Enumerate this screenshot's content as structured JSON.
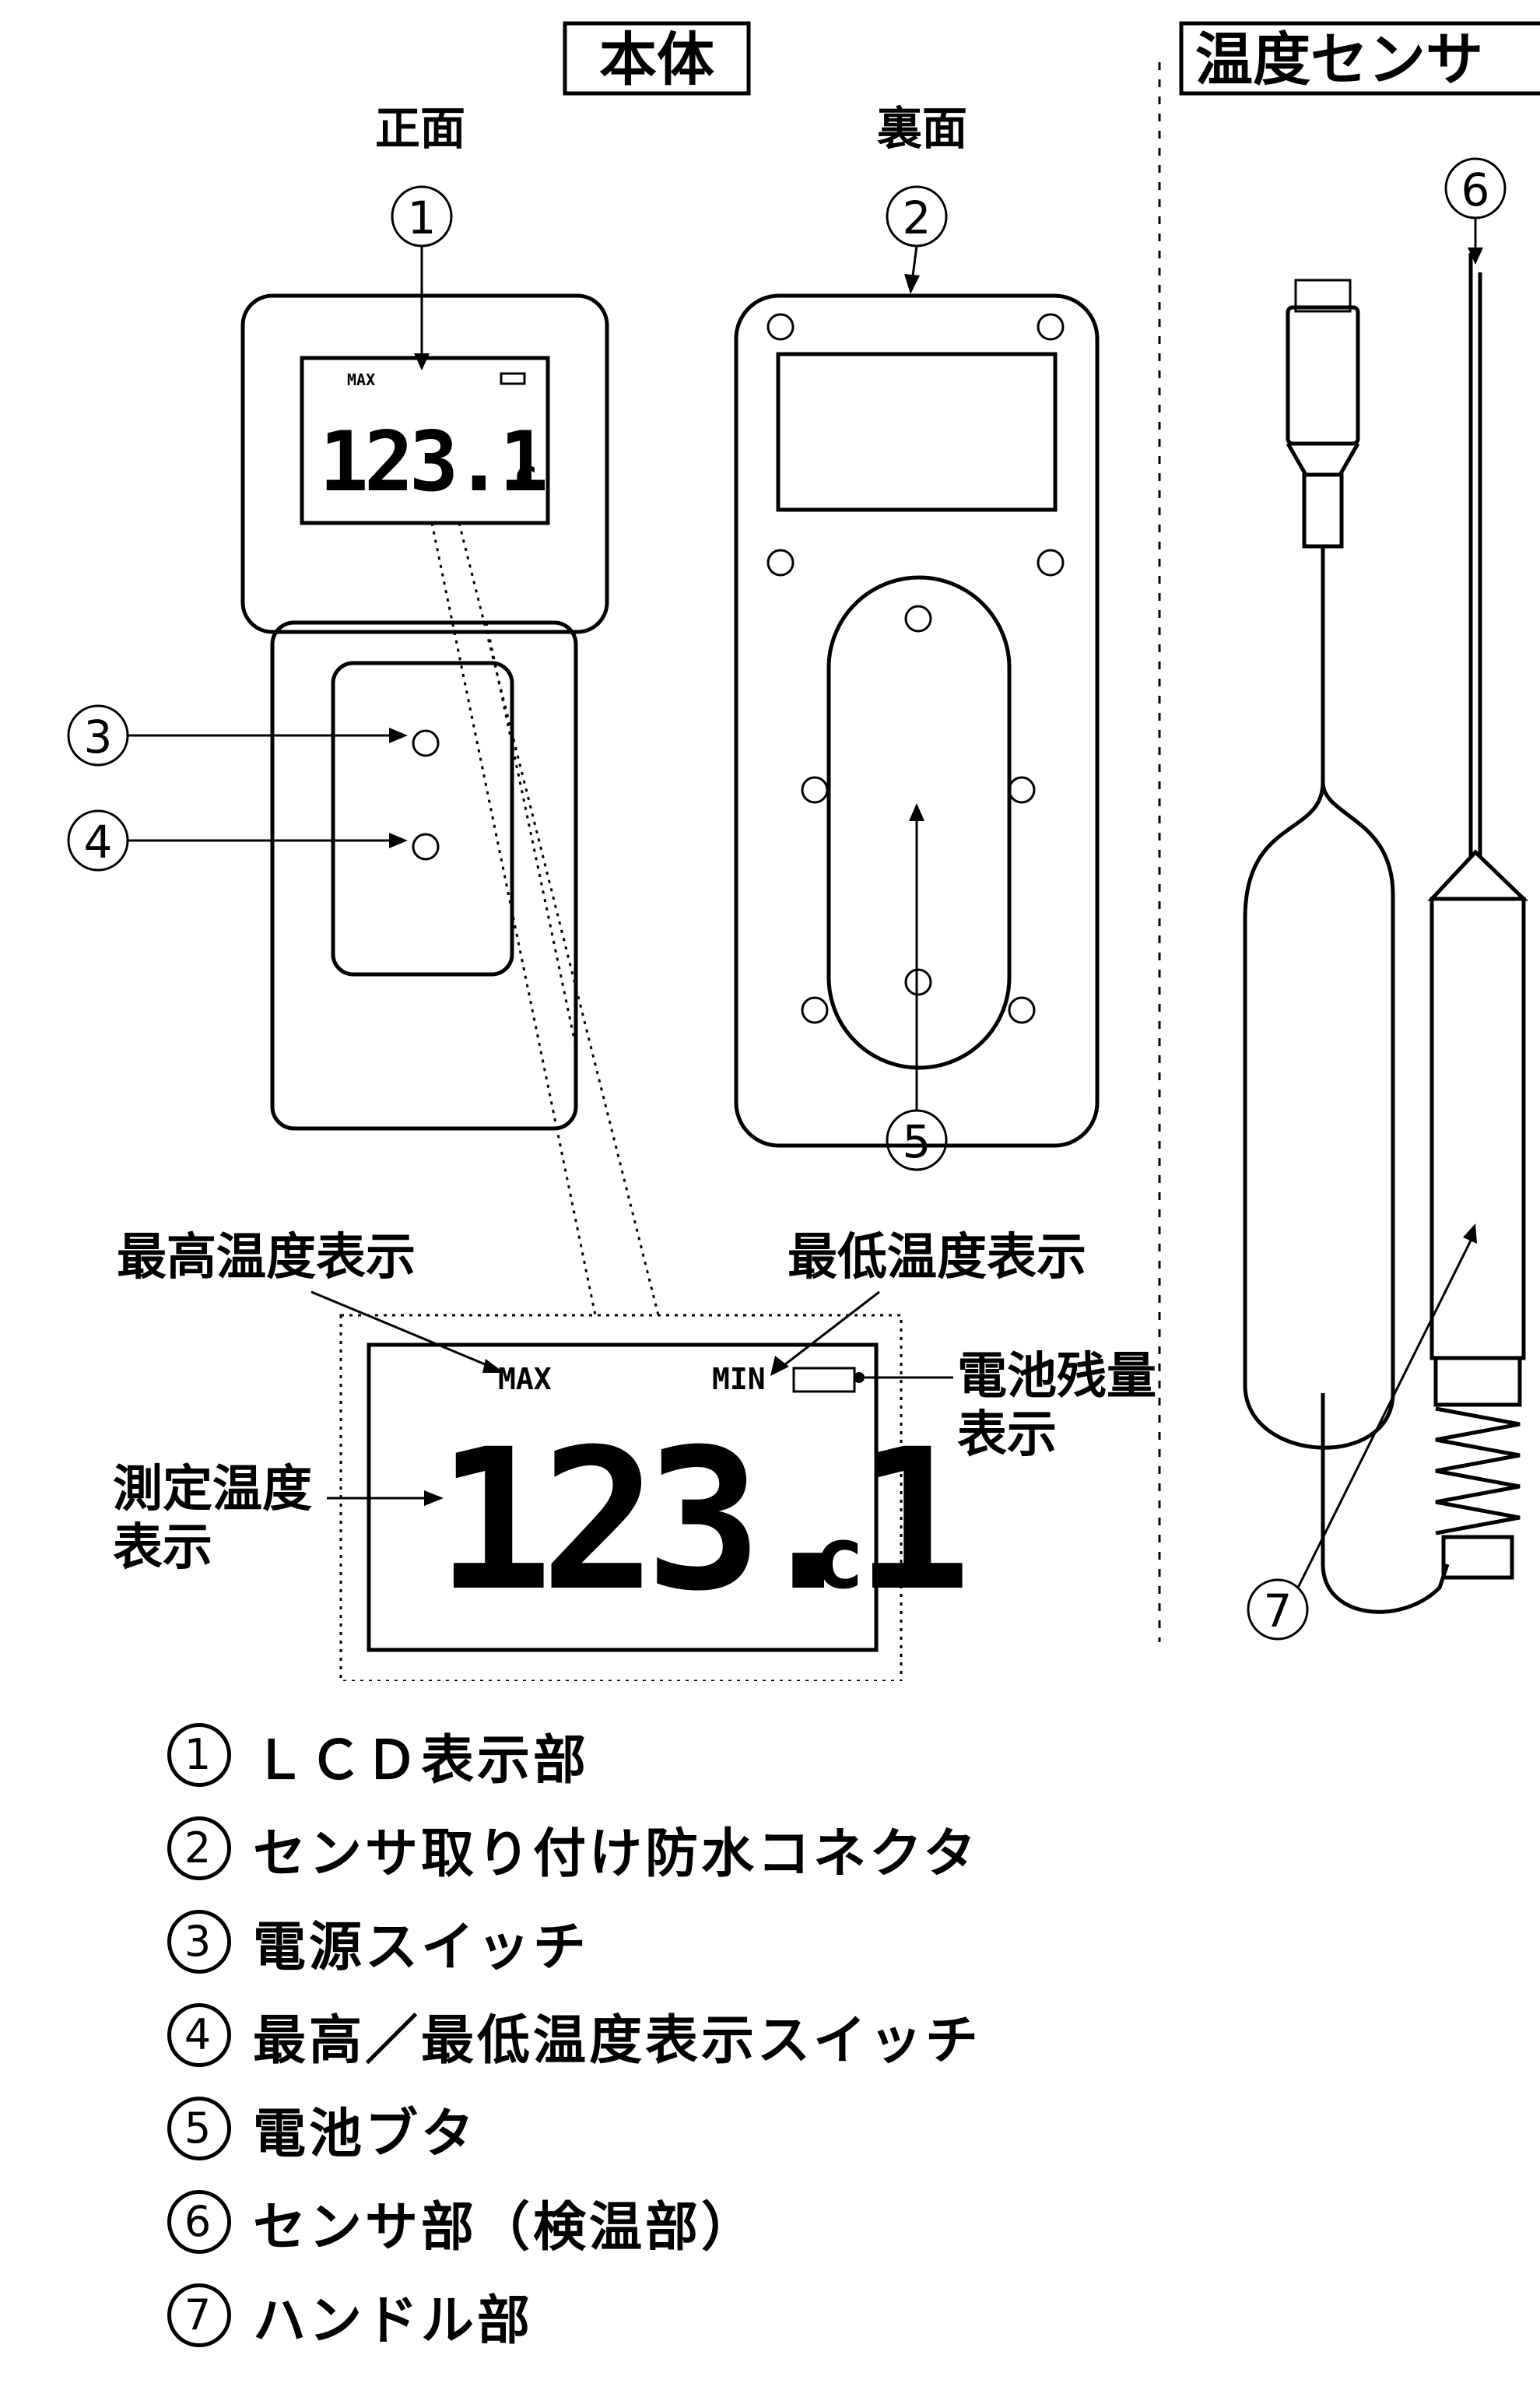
{
  "headings": {
    "main_body": "本体",
    "temp_sensor": "温度センサ",
    "front": "正面",
    "back": "裏面"
  },
  "callouts": [
    "①",
    "②",
    "③",
    "④",
    "⑤",
    "⑥",
    "⑦"
  ],
  "lcd_small": {
    "max": "MAX",
    "value": "123.1",
    "unit": "c"
  },
  "lcd_zoom": {
    "max": "MAX",
    "min": "MIN",
    "value": "123.1",
    "unit": "c"
  },
  "annotations": {
    "max_display": "最高温度表示",
    "min_display": "最低温度表示",
    "battery_line1": "電池残量",
    "battery_line2": "表示",
    "measured_line1": "測定温度",
    "measured_line2": "表示"
  },
  "legend": [
    {
      "num": "1",
      "text": "ＬＣＤ表示部"
    },
    {
      "num": "2",
      "text": "センサ取り付け防水コネクタ"
    },
    {
      "num": "3",
      "text": "電源スイッチ"
    },
    {
      "num": "4",
      "text": "最高／最低温度表示スイッチ"
    },
    {
      "num": "5",
      "text": "電池ブタ"
    },
    {
      "num": "6",
      "text": "センサ部（検温部）"
    },
    {
      "num": "7",
      "text": "ハンドル部"
    }
  ]
}
